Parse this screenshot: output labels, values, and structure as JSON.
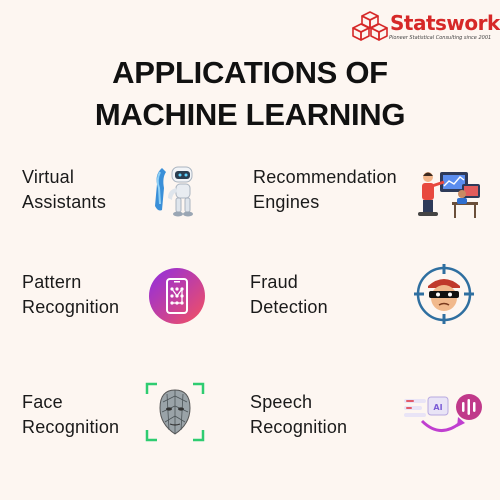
{
  "logo": {
    "name": "Statswork",
    "tagline": "Pioneer Statistical Consulting since 2001",
    "brand_color": "#d62828"
  },
  "title": {
    "line1": "APPLICATIONS OF",
    "line2": "MACHINE LEARNING"
  },
  "items": [
    {
      "line1": "Virtual",
      "line2": "Assistants",
      "icon": "robot-icon"
    },
    {
      "line1": "Recommendation",
      "line2": "Engines",
      "icon": "people-at-screens-icon"
    },
    {
      "line1": "Pattern",
      "line2": "Recognition",
      "icon": "phone-pattern-lock-icon"
    },
    {
      "line1": "Fraud",
      "line2": "Detection",
      "icon": "thief-target-icon"
    },
    {
      "line1": "Face",
      "line2": "Recognition",
      "icon": "face-scan-icon"
    },
    {
      "line1": "Speech",
      "line2": "Recognition",
      "icon": "speech-to-text-icon"
    }
  ],
  "icon_labels": {
    "ai_chip": "AI"
  }
}
